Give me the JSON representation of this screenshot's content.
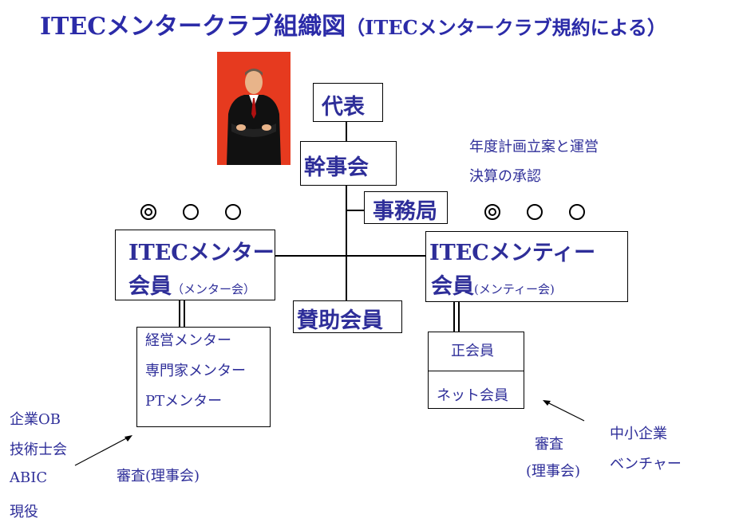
{
  "title": {
    "main": "ITECメンタークラブ組織図",
    "sub": "（ITECメンタークラブ規約による）"
  },
  "nodes": {
    "representative": "代表",
    "secretariat_council": "幹事会",
    "office": "事務局",
    "mentor_members_line1": "ITECメンター",
    "mentor_members_line2": "会員",
    "mentor_members_sub": "（メンター会）",
    "mentee_members_line1": "ITECメンティー",
    "mentee_members_line2": "会員",
    "mentee_members_sub": "(メンティー会)",
    "supporting_members": "賛助会員"
  },
  "council_duties": [
    "年度計画立案と運営",
    "決算の承認"
  ],
  "mentor_types": [
    "経営メンター",
    "専門家メンター",
    "PTメンター"
  ],
  "mentee_types": [
    "正会員",
    "ネット会員"
  ],
  "mentor_sources": [
    "企業OB",
    "技術士会",
    "ABIC",
    "現役"
  ],
  "mentor_review": "審査(理事会)",
  "mentee_review_line1": "審査",
  "mentee_review_line2": "(理事会)",
  "mentee_sources": [
    "中小企業",
    "ベンチャー"
  ],
  "colors": {
    "text": "#2e2e99",
    "photo_bg": "#e63a1f"
  }
}
